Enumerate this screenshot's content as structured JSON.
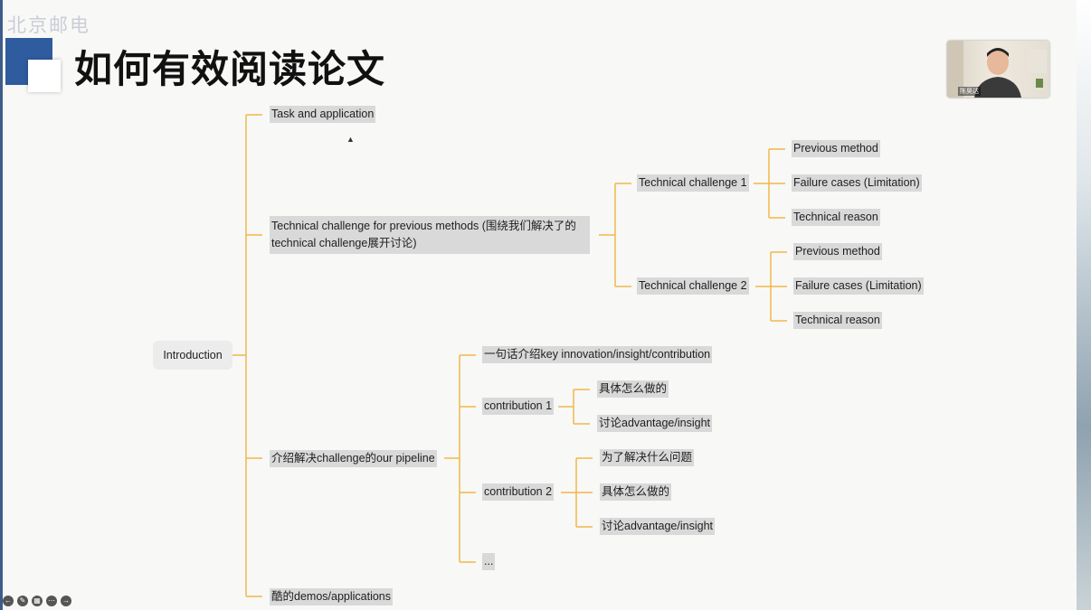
{
  "slide": {
    "title": "如何有效阅读论文",
    "watermark": "北京邮电",
    "presenter_name": "陈昊达",
    "root": "Introduction",
    "branches": {
      "task": "Task and application",
      "challenge": "Technical challenge for previous methods (围绕我们解决了的 technical challenge展开讨论)",
      "pipeline": "介绍解决challenge的our pipeline",
      "demos": "酷的demos/applications"
    },
    "challenges": [
      {
        "label": "Technical challenge 1",
        "items": [
          "Previous method",
          "Failure cases (Limitation)",
          "Technical reason"
        ]
      },
      {
        "label": "Technical challenge 2",
        "items": [
          "Previous method",
          "Failure cases (Limitation)",
          "Technical reason"
        ]
      }
    ],
    "pipeline_items": {
      "summary": "一句话介绍key innovation/insight/contribution",
      "contribution1": {
        "label": "contribution 1",
        "items": [
          "具体怎么做的",
          "讨论advantage/insight"
        ]
      },
      "contribution2": {
        "label": "contribution 2",
        "items": [
          "为了解决什么问题",
          "具体怎么做的",
          "讨论advantage/insight"
        ]
      },
      "ellipsis": "..."
    }
  },
  "toolbar": {
    "icons": [
      "back-icon",
      "pen-icon",
      "subtitle-icon",
      "more-icon",
      "forward-icon"
    ]
  },
  "colors": {
    "connector": "#f0b84a",
    "node_bg": "#d9d9d9",
    "logo_blue": "#2f5b9f"
  }
}
